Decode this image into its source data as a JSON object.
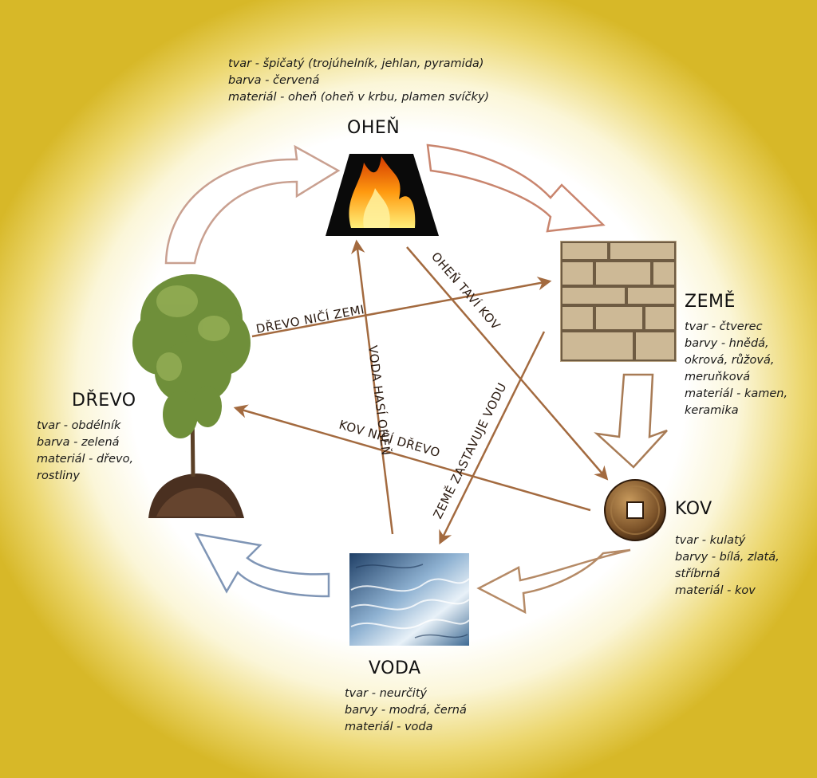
{
  "elements": {
    "fire": {
      "title": "OHEŇ",
      "lines": [
        "tvar - špičatý (trojúhelník, jehlan, pyramida)",
        "barva - červená",
        "materiál - oheň (oheň v krbu, plamen svíčky)"
      ]
    },
    "earth": {
      "title": "ZEMĚ",
      "lines": [
        "tvar - čtverec",
        "barvy - hnědá,",
        "okrová, růžová,",
        "meruňková",
        "materiál - kamen,",
        "keramika"
      ]
    },
    "metal": {
      "title": "KOV",
      "lines": [
        "tvar -  kulatý",
        "barvy - bílá, zlatá,",
        "stříbrná",
        "materiál - kov"
      ]
    },
    "water": {
      "title": "VODA",
      "lines": [
        "tvar - neurčitý",
        "barvy - modrá, černá",
        "materiál - voda"
      ]
    },
    "wood": {
      "title": "DŘEVO",
      "lines": [
        "tvar - obdélník",
        "barva - zelená",
        "materiál - dřevo,",
        "rostliny"
      ]
    }
  },
  "control_labels": {
    "wood_earth": "DŘEVO NIČÍ ZEMI",
    "fire_metal": "OHEŇ TAVÍ KOV",
    "water_fire": "VODA HASÍ OHEŇ",
    "earth_water": "ZEMĚ ZASTAVUJE VODU",
    "metal_wood": "KOV NIČÍ DŘEVO"
  },
  "colors": {
    "control_arrow": "#a36a3f",
    "cycle_fire": "#c9856e",
    "cycle_earth": "#a87b55",
    "cycle_metal": "#b58a66",
    "cycle_water": "#7f95b5",
    "cycle_wood": "#c9a090"
  }
}
